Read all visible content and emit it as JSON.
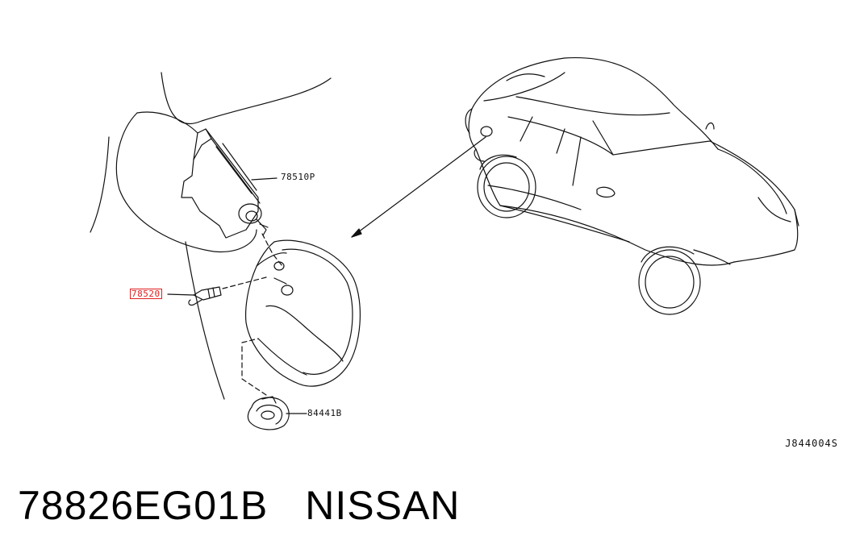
{
  "callouts": {
    "p78510": "78510P",
    "p78520": "78520",
    "p84441": "84441B"
  },
  "diagram_code": "J844004S",
  "caption": {
    "part_number": "78826EG01B",
    "brand": "NISSAN"
  },
  "colors": {
    "line": "#111111",
    "highlight": "#e02020",
    "background": "#ffffff"
  }
}
